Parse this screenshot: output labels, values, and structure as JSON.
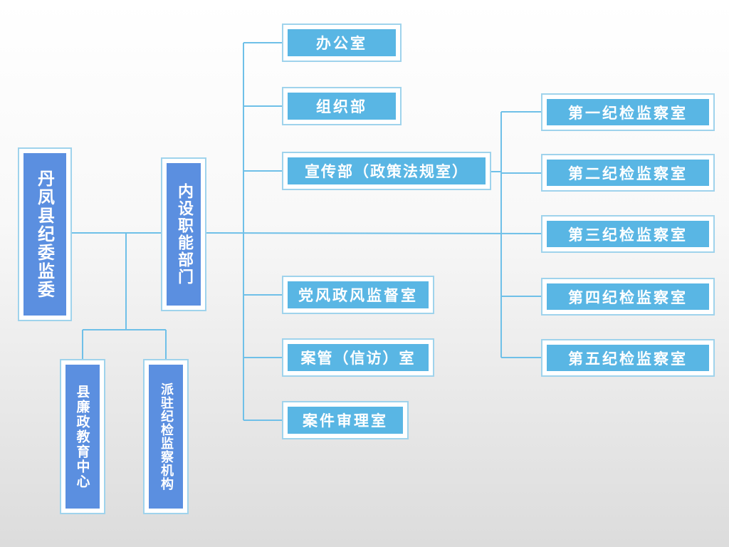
{
  "root": {
    "label": "丹凤县纪委监委"
  },
  "internal": {
    "label": "内设职能部门"
  },
  "departments": [
    "办公室",
    "组织部",
    "宣传部（政策法规室）",
    "党风政风监督室",
    "案管（信访）室",
    "案件审理室"
  ],
  "inspection_rooms": [
    "第一纪检监察室",
    "第二纪检监察室",
    "第三纪检监察室",
    "第四纪检监察室",
    "第五纪检监察室"
  ],
  "lower_units": [
    "县廉政教育中心",
    "派驻纪检监察机构"
  ],
  "colors": {
    "dark_fill": "#5b8fe0",
    "light_fill": "#59b6e4",
    "connector": "#6fc0e8",
    "box_border": "#9fd3ec"
  }
}
